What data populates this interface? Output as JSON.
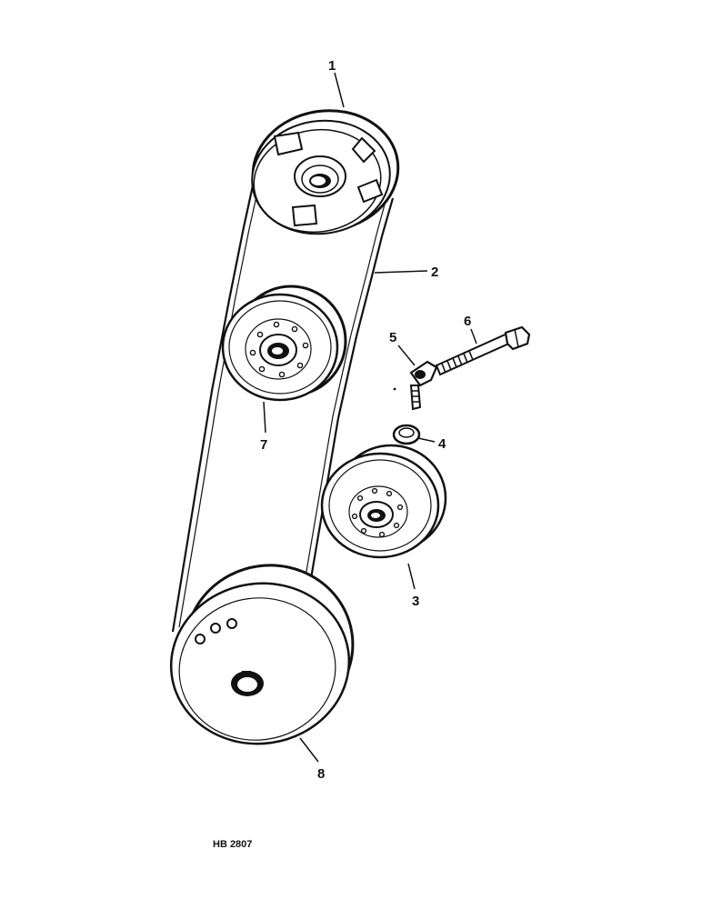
{
  "figure": {
    "caption": "HB 2807",
    "ink_color": "#111111",
    "background_color": "#ffffff"
  },
  "callouts": {
    "c1": "1",
    "c2": "2",
    "c3": "3",
    "c4": "4",
    "c5": "5",
    "c6": "6",
    "c7": "7",
    "c8": "8"
  }
}
